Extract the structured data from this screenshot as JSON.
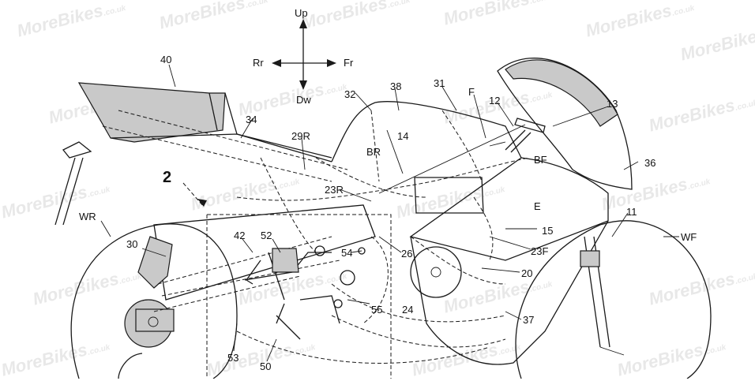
{
  "watermark": {
    "brand": "MoreBikes",
    "suffix": ".co.uk"
  },
  "direction_labels": {
    "up": "Up",
    "down": "Dw",
    "rear": "Rr",
    "front": "Fr"
  },
  "figure_number": "2",
  "region_labels": {
    "WR": "WR",
    "WF": "WF",
    "BR": "BR",
    "BF": "BF",
    "E": "E",
    "F": "F"
  },
  "part_labels": [
    "40",
    "32",
    "38",
    "31",
    "12",
    "13",
    "34",
    "29R",
    "14",
    "36",
    "23R",
    "11",
    "15",
    "23F",
    "42",
    "52",
    "54",
    "26",
    "30",
    "20",
    "24",
    "55",
    "37",
    "53",
    "50"
  ]
}
